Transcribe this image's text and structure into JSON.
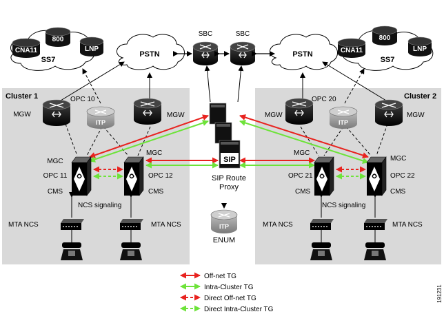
{
  "clusters": {
    "left_title": "Cluster 1",
    "right_title": "Cluster 2"
  },
  "top": {
    "sbc_left": "SBC",
    "sbc_right": "SBC",
    "pstn_left": "PSTN",
    "pstn_right": "PSTN",
    "ss7_left": "SS7",
    "ss7_right": "SS7",
    "cna_left": "CNA11",
    "n800_left": "800",
    "lnp_left": "LNP",
    "cna_right": "CNA11",
    "n800_right": "800",
    "lnp_right": "LNP"
  },
  "cluster1": {
    "mgw1": "MGW",
    "opc10": "OPC 10",
    "itp": "ITP",
    "mgw2": "MGW",
    "mgc1": "MGC",
    "opc11": "OPC 11",
    "cms1": "CMS",
    "mgc2": "MGC",
    "opc12": "OPC 12",
    "cms2": "CMS",
    "ncs": "NCS signaling",
    "mta1": "MTA NCS",
    "mta2": "MTA NCS"
  },
  "cluster2": {
    "mgw1": "MGW",
    "opc20": "OPC 20",
    "itp": "ITP",
    "mgw2": "MGW",
    "mgc1": "MGC",
    "opc21": "OPC 21",
    "cms1": "CMS",
    "mgc2": "MGC",
    "opc22": "OPC 22",
    "cms2": "CMS",
    "ncs": "NCS signaling",
    "mta1": "MTA NCS",
    "mta2": "MTA NCS"
  },
  "center": {
    "sip_logo": "SIP",
    "sip_line1": "SIP Route",
    "sip_line2": "Proxy",
    "enum": "ENUM",
    "itp": "ITP"
  },
  "legend": {
    "offnet": "Off-net TG",
    "intra": "Intra-Cluster TG",
    "direct_offnet": "Direct Off-net TG",
    "direct_intra": "Direct Intra-Cluster TG"
  },
  "figure_id": "191231",
  "colors": {
    "red": "#e8231f",
    "green": "#6ee33a",
    "cluster_bg": "#d9d9d9"
  }
}
